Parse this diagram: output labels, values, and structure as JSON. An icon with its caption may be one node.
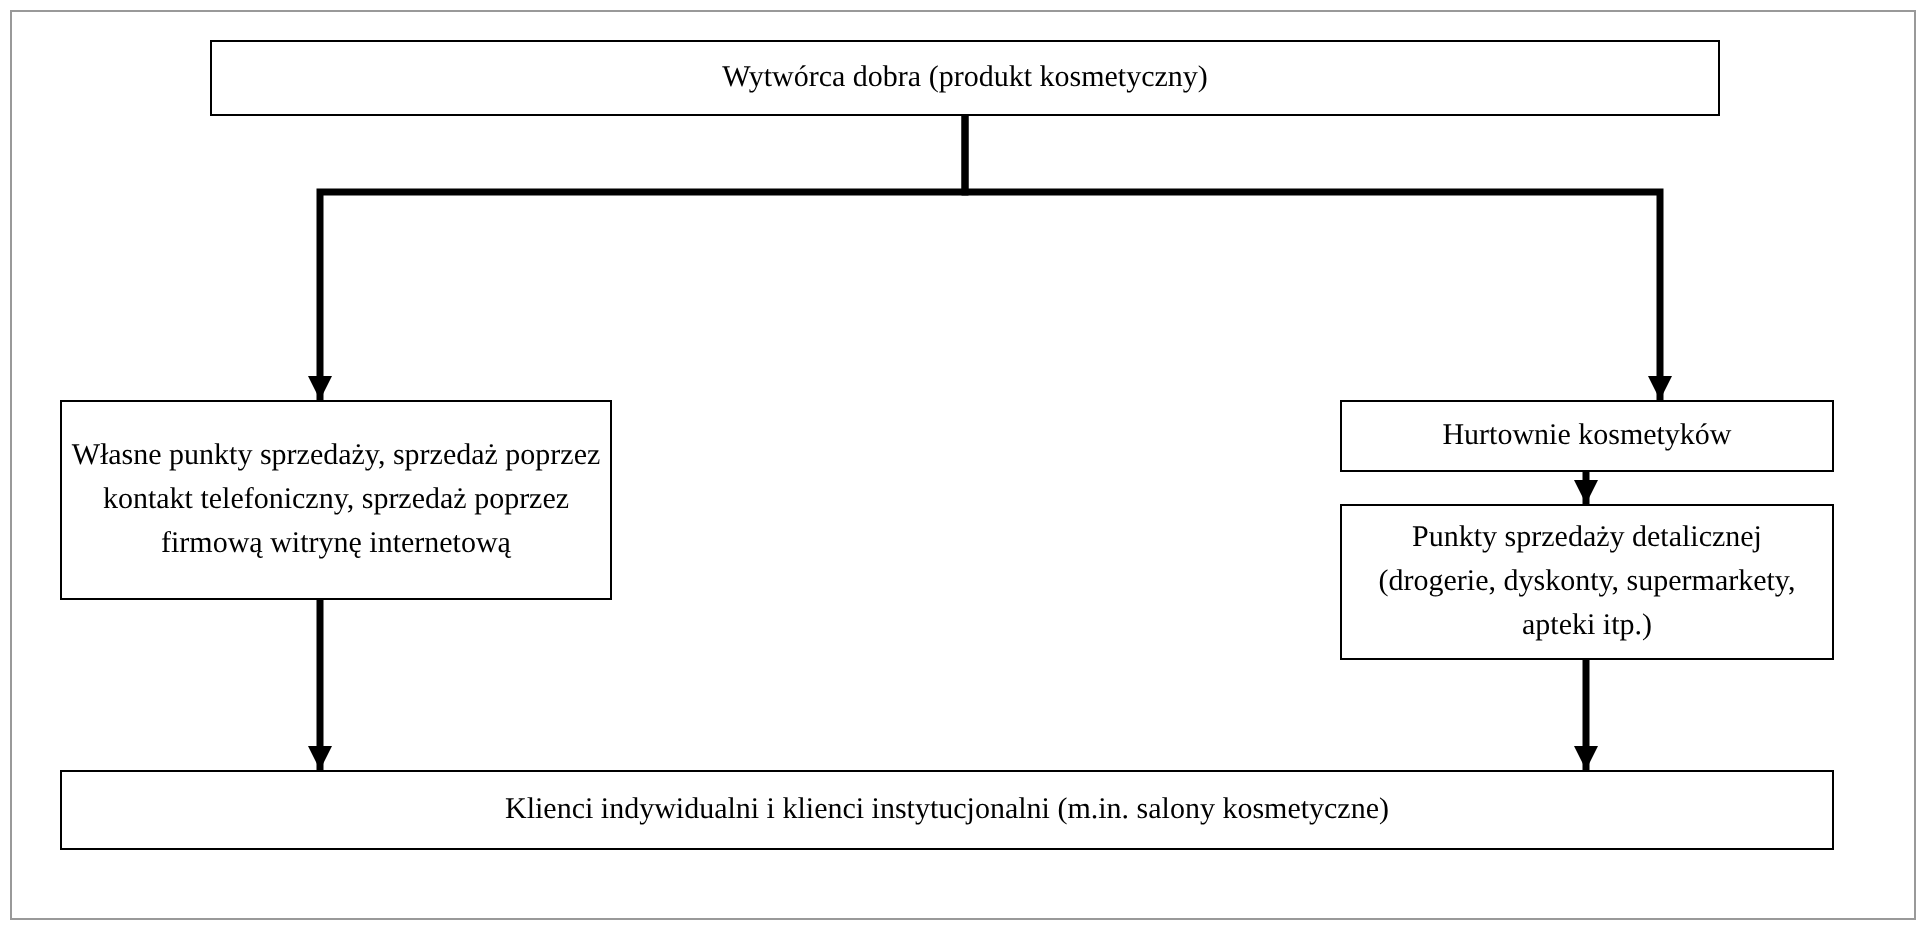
{
  "diagram": {
    "nodes": [
      {
        "text": [
          "Wytwórca dobra (produkt kosmetyczny)"
        ]
      },
      {
        "text": [
          "Własne punkty sprzedaży, sprzedaż poprzez kontakt telefoniczny, sprzedaż poprzez firmową witrynę internetową"
        ]
      },
      {
        "text": [
          "Hurtownie kosmetyków"
        ]
      },
      {
        "text": [
          "Punkty sprzedaży detalicznej (drogerie, dyskonty, supermarkety, apteki itp.)"
        ]
      },
      {
        "text": [
          "Klienci indywidualni i klienci instytucjonalni (m.in. salony kosmetyczne)"
        ]
      }
    ],
    "edges": [
      {
        "from": 0,
        "to": 1,
        "arrow": "to"
      },
      {
        "from": 0,
        "to": 2,
        "arrow": "to"
      },
      {
        "from": 2,
        "to": 3,
        "arrow": "to"
      },
      {
        "from": 1,
        "to": 4,
        "arrow": "to"
      },
      {
        "from": 3,
        "to": 4,
        "arrow": "to"
      }
    ]
  }
}
